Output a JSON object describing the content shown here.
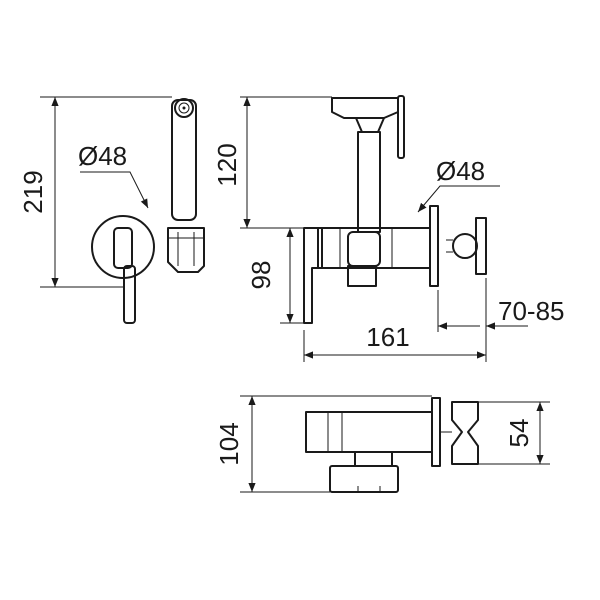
{
  "dimensions": {
    "overall_height": "219",
    "wall_plate_diameter_front": "Ø48",
    "handset_height": "120",
    "body_height": "98",
    "wall_plate_diameter_side": "Ø48",
    "projection_range": "70-85",
    "overall_depth": "161",
    "plan_depth": "104",
    "holder_width": "54"
  },
  "colors": {
    "line": "#1a1a1a",
    "background": "#ffffff"
  }
}
